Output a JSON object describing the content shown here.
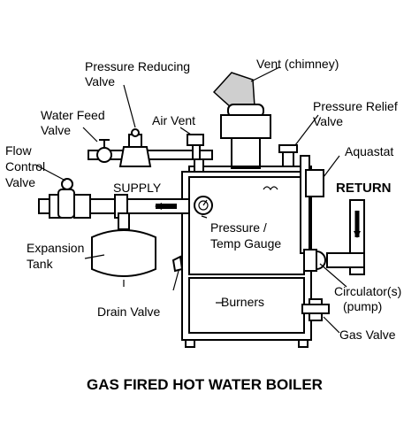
{
  "title": "GAS FIRED HOT WATER BOILER",
  "labels": {
    "pressure_reducing_valve": [
      "Pressure Reducing",
      "Valve"
    ],
    "vent_chimney": "Vent (chimney)",
    "water_feed_valve": [
      "Water Feed",
      "Valve"
    ],
    "air_vent": "Air Vent",
    "pressure_relief_valve": [
      "Pressure Relief",
      "Valve"
    ],
    "flow_control_valve": [
      "Flow",
      "Control",
      "Valve"
    ],
    "aquastat": "Aquastat",
    "supply": "SUPPLY",
    "return": "RETURN",
    "pressure_temp_gauge": [
      "Pressure /",
      "Temp Gauge"
    ],
    "expansion_tank": [
      "Expansion",
      "Tank"
    ],
    "burners": "Burners",
    "drain_valve": "Drain Valve",
    "circulator": [
      "Circulator(s)",
      "(pump)"
    ],
    "gas_valve": "Gas Valve"
  }
}
